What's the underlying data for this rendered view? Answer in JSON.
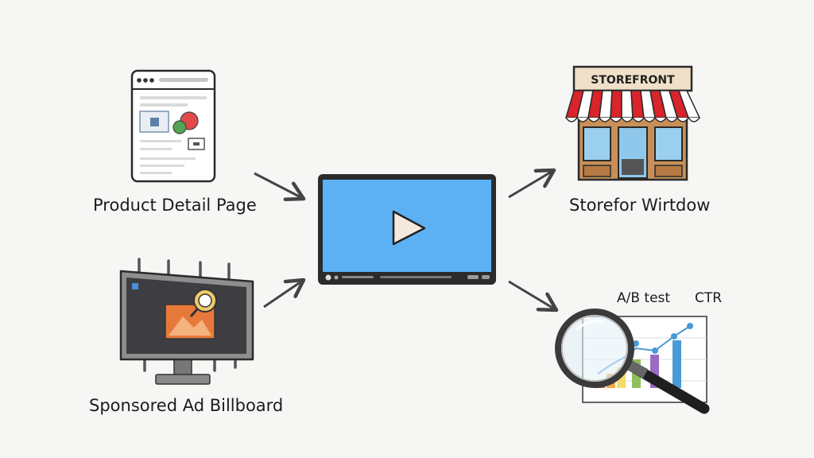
{
  "labels": {
    "product_detail_page": "Product Detail Page",
    "sponsored_ad_billboard": "Sponsored Ad Billboard",
    "storefront_window": "Storefor Wirtdow",
    "storefront_sign": "STOREFRONT",
    "ab_test": "A/B test",
    "ctr": "CTR"
  },
  "icons": {
    "center": "video-player-icon",
    "top_left": "product-page-icon",
    "bottom_left": "billboard-icon",
    "top_right": "storefront-icon",
    "bottom_right": "magnifier-analytics-icon"
  },
  "colors": {
    "video_screen": "#5cb1f4",
    "awning_red": "#d8242a",
    "store_wood": "#c89058",
    "chart_blue": "#4a9ad6",
    "billboard_image": "#e6793a",
    "outline": "#222222"
  }
}
